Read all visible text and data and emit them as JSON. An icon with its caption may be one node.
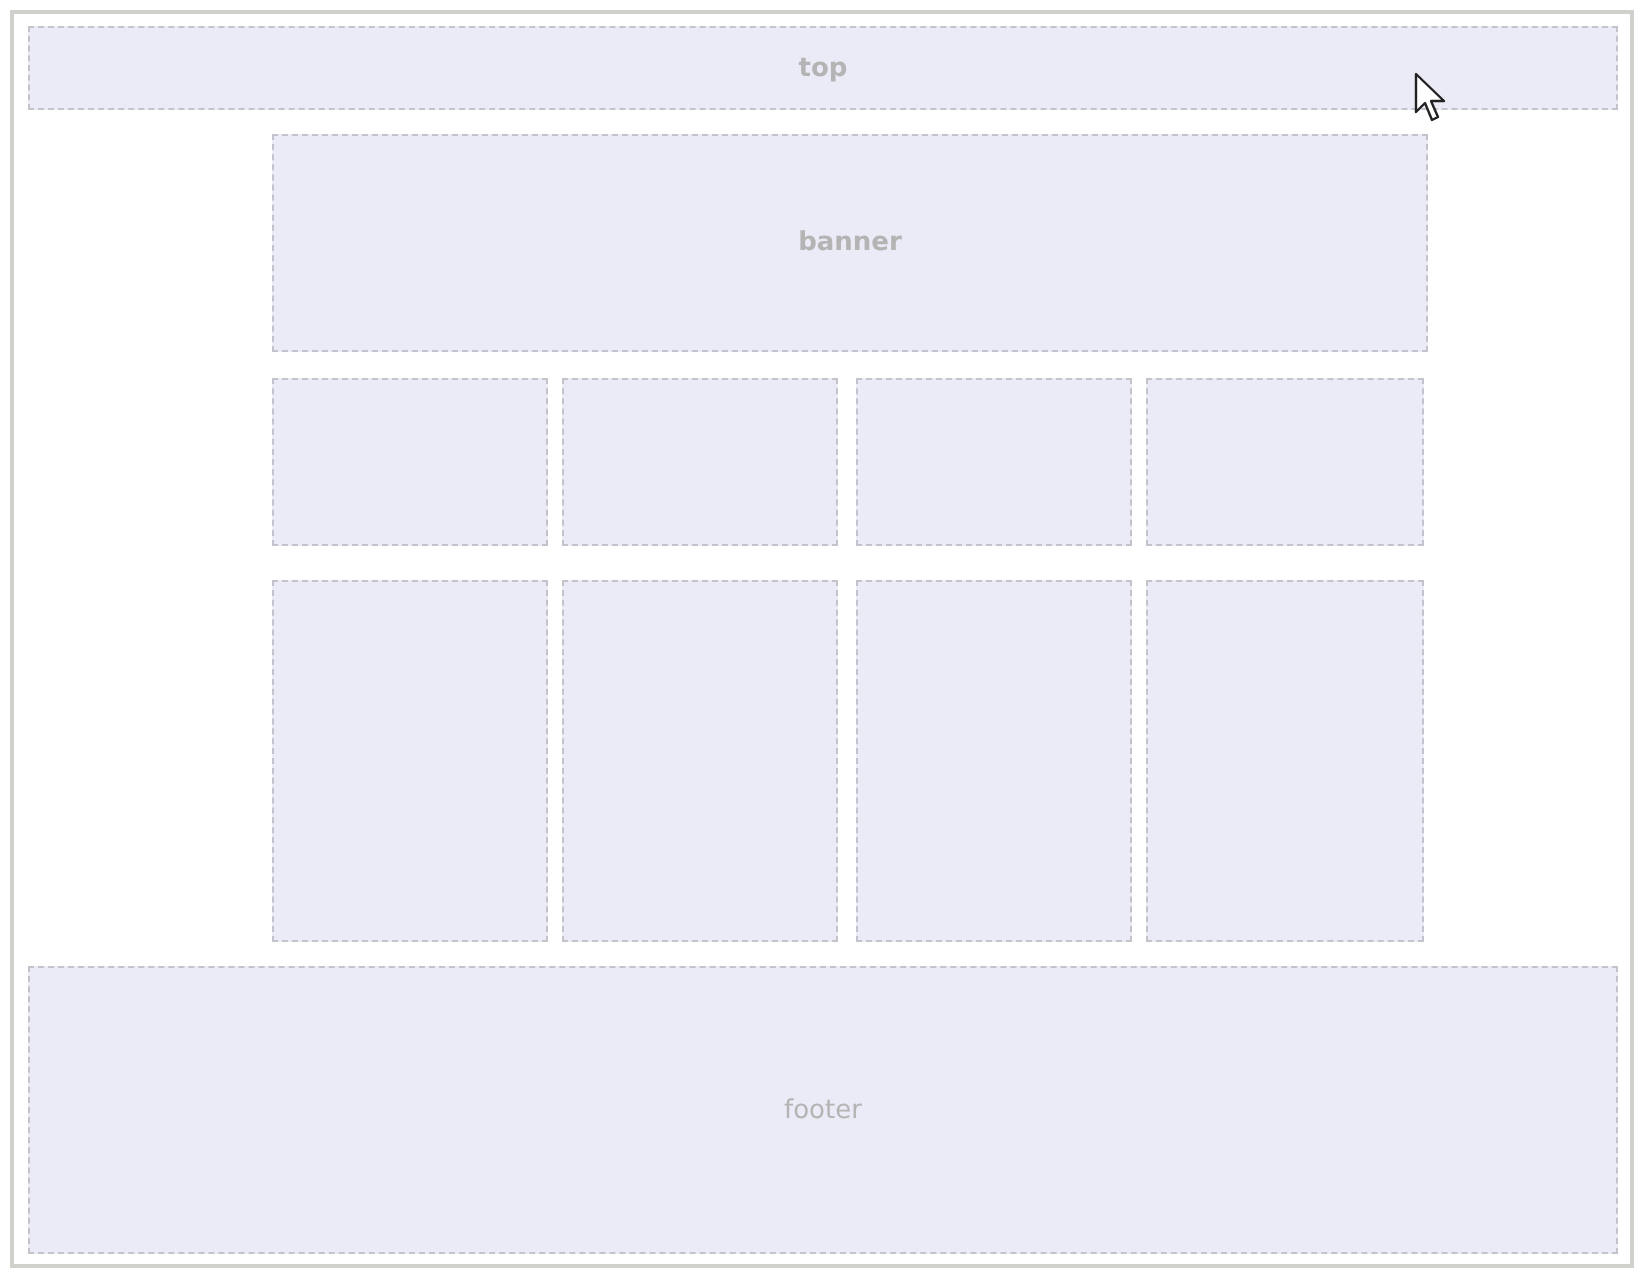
{
  "diagram": {
    "nodes": [
      {
        "text": [
          "top"
        ]
      },
      {
        "text": [
          "banner"
        ]
      },
      {
        "text": [],
        "shape": "box"
      },
      {
        "text": [],
        "shape": "box"
      },
      {
        "text": [],
        "shape": "box"
      },
      {
        "text": [],
        "shape": "box"
      },
      {
        "text": [],
        "shape": "box"
      },
      {
        "text": [],
        "shape": "box"
      },
      {
        "text": [],
        "shape": "box"
      },
      {
        "text": [],
        "shape": "box"
      },
      {
        "text": [
          "footer"
        ]
      }
    ]
  }
}
